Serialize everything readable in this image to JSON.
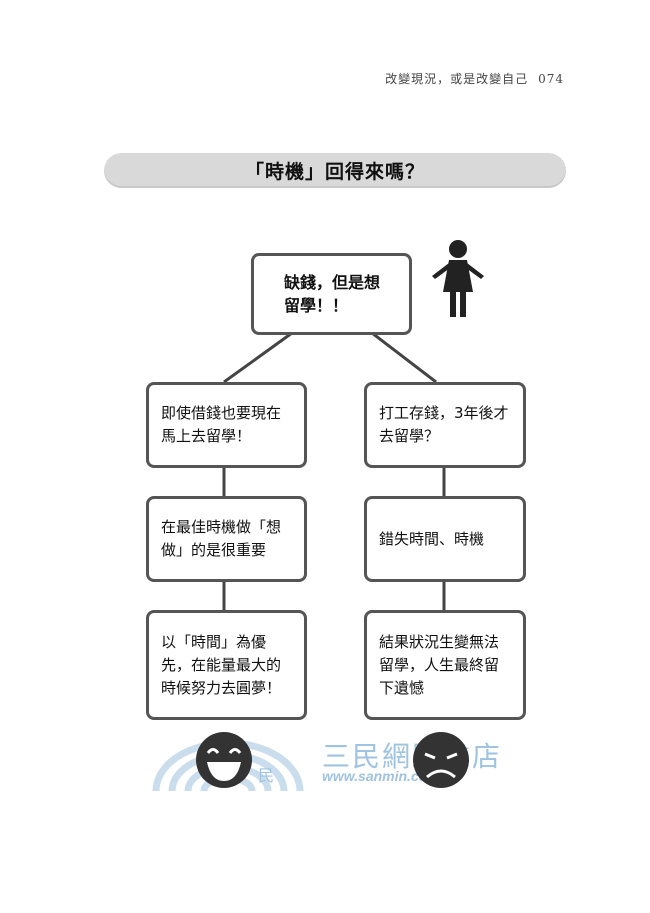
{
  "header": {
    "chapter": "改變現況，或是改變自己",
    "page_number": "074"
  },
  "title": "「時機」回得來嗎？",
  "diagram": {
    "top": "缺錢，但是想留學！！",
    "left": [
      "即使借錢也要現在馬上去留學！",
      "在最佳時機做「想做」的是很重要",
      "以「時間」為優先，在能量最大的時候努力去圓夢！"
    ],
    "right": [
      "打工存錢，3年後才去留學？",
      "錯失時間、時機",
      "結果狀況生變無法留學，人生最終留下遺憾"
    ]
  },
  "icons": {
    "person": "woman-icon",
    "left_outcome": "happy-face-icon",
    "right_outcome": "sad-face-icon"
  },
  "watermark": {
    "name": "三民網路書店",
    "min": "民",
    "url": "www.sanmin.com.tw"
  },
  "colors": {
    "title_bar": "#d9d9d9",
    "box_border": "#555555",
    "watermark": "#9fc3e0"
  }
}
